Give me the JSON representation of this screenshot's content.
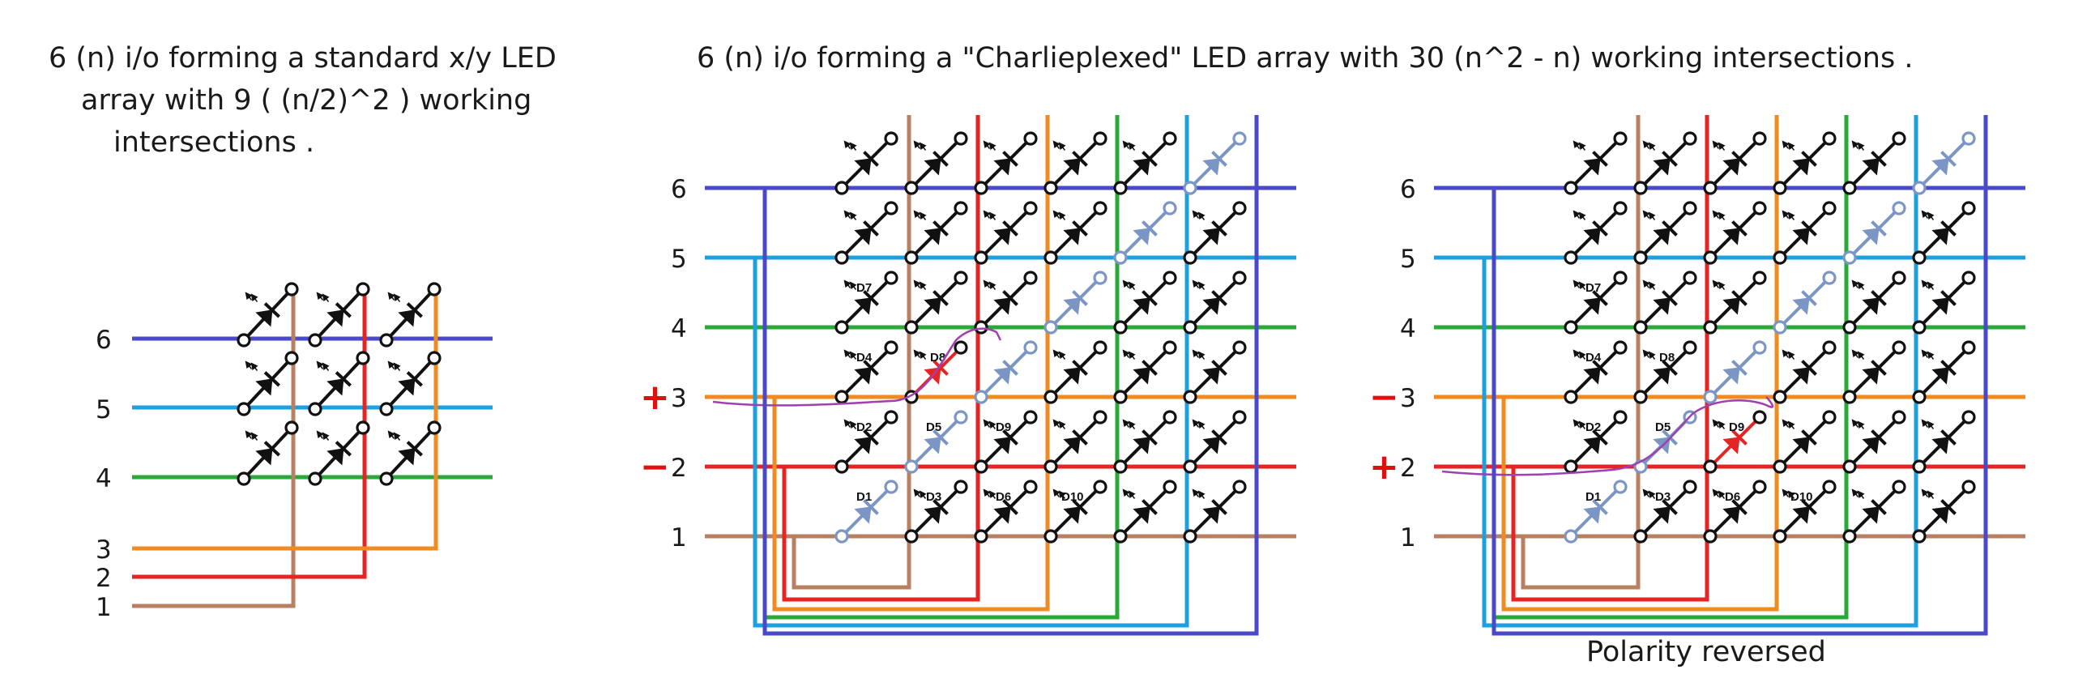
{
  "captions": {
    "left": [
      "6 (n)  i/o forming a standard x/y LED",
      "array with 9 ( (n/2)^2 ) working",
      "intersections ."
    ],
    "right": "6 (n) i/o forming a \"Charlieplexed\"  LED  array with 30 (n^2 - n) working intersections .",
    "polarity_reversed": "Polarity reversed"
  },
  "row_labels": [
    "6",
    "5",
    "4",
    "3",
    "2",
    "1"
  ],
  "polarity": {
    "middle": {
      "row3": "+",
      "row2": "−"
    },
    "right": {
      "row3": "−",
      "row2": "+"
    }
  },
  "led_labels": [
    "D1",
    "D2",
    "D3",
    "D4",
    "D5",
    "D6",
    "D7",
    "D8",
    "D9",
    "D10"
  ],
  "colors": {
    "line6": "#4a4ac8",
    "line5": "#1ea0e0",
    "line4": "#2aa838",
    "line3": "#f08a22",
    "line2": "#e52424",
    "line1": "#b88060",
    "led_active": "#7b96c4",
    "led_lit": "#e52424",
    "path_annotation": "#a040b0",
    "polarity": "#e01010"
  },
  "icons": [
    "led-diode-icon",
    "light-emission-arrows-icon"
  ]
}
